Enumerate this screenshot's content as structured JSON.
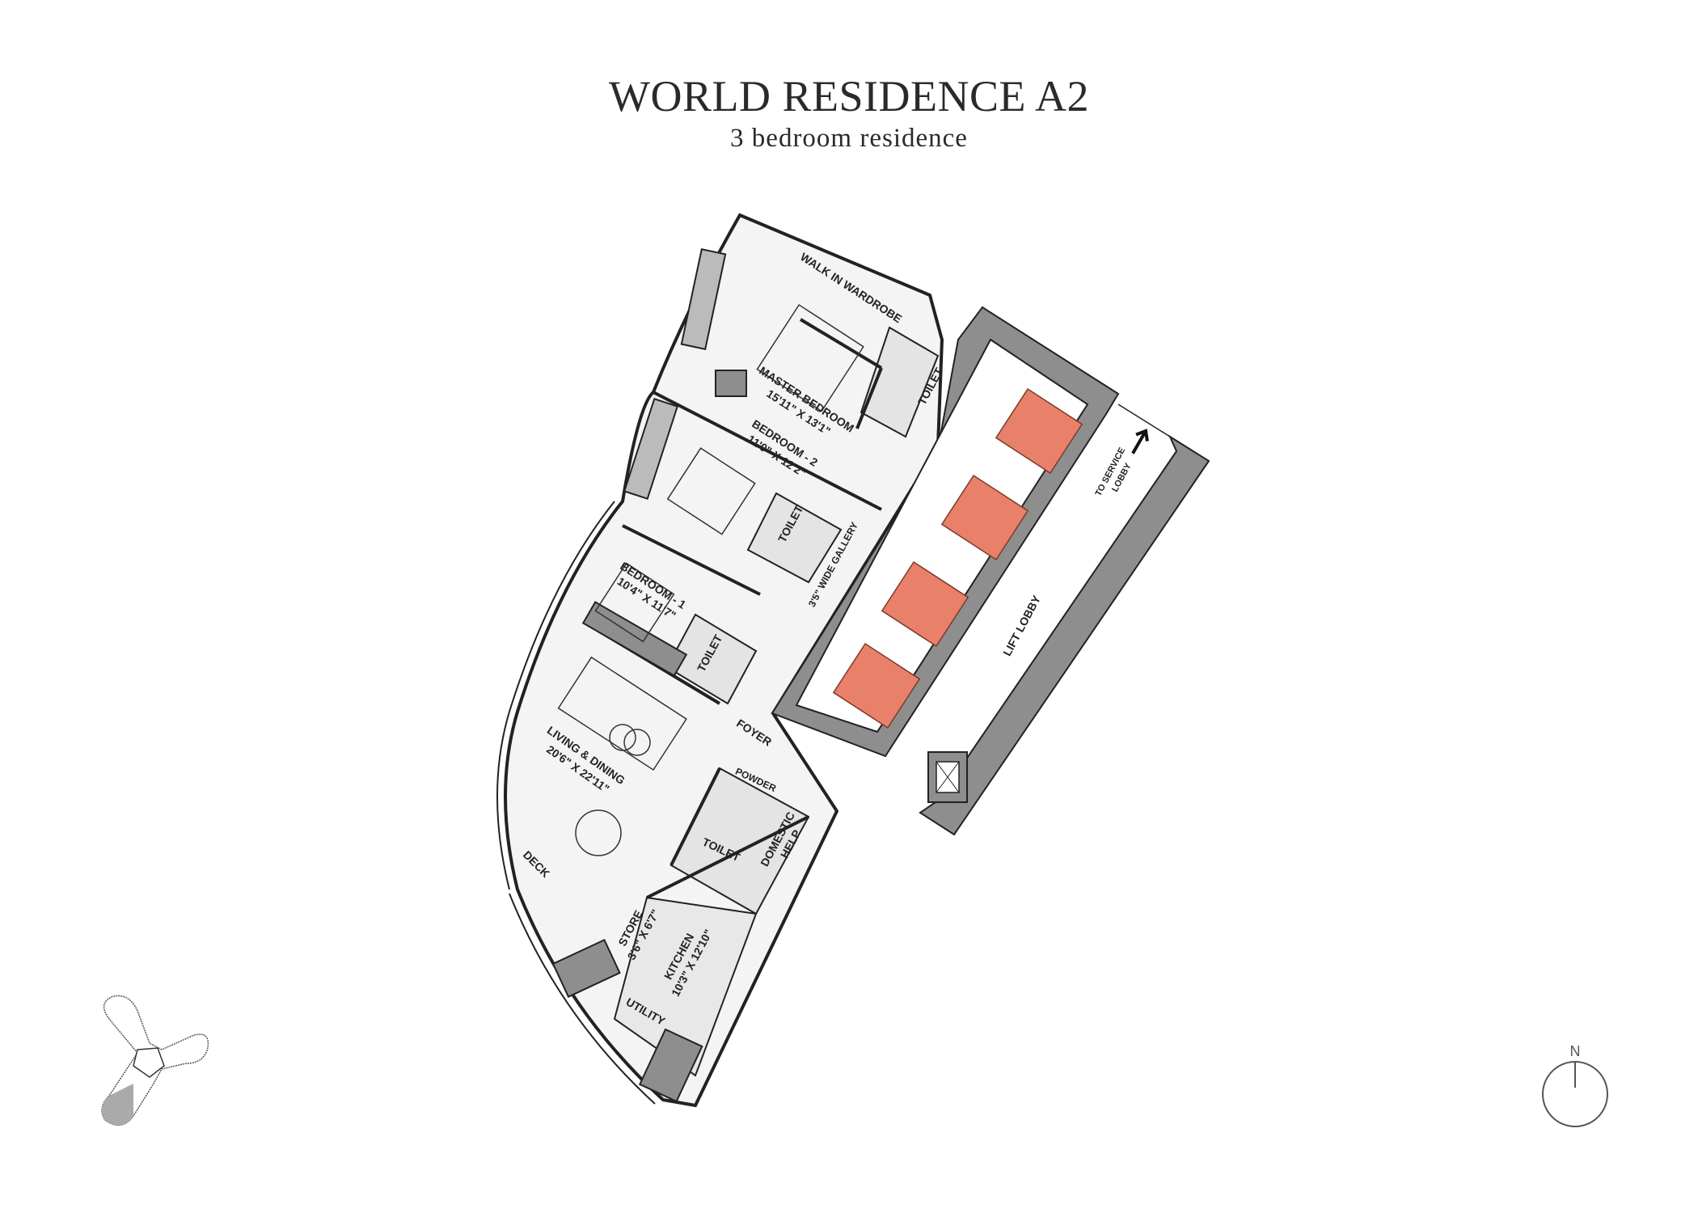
{
  "header": {
    "title": "WORLD RESIDENCE A2",
    "subtitle": "3 bedroom residence"
  },
  "rooms": {
    "walk_in_wardrobe": "WALK IN WARDROBE",
    "master_bedroom": {
      "name": "MASTER BEDROOM",
      "size": "15'11\" X 13'1\""
    },
    "master_toilet": "TOILET",
    "bedroom_2": {
      "name": "BEDROOM - 2",
      "size": "11'0\" X 12'2\""
    },
    "bedroom_2_toilet": "TOILET",
    "bedroom_1": {
      "name": "BEDROOM - 1",
      "size": "10'4\" X 11'7\""
    },
    "bedroom_1_toilet": "TOILET",
    "gallery": "3'5\" WIDE GALLERY",
    "foyer": "FOYER",
    "living_dining": {
      "name": "LIVING & DINING",
      "size": "20'6\" X 22'11\""
    },
    "powder": "POWDER",
    "help_toilet": "TOILET",
    "domestic_help": {
      "line1": "DOMESTIC",
      "line2": "HELP"
    },
    "deck": "DECK",
    "store": {
      "name": "STORE",
      "size": "3'6\" X 6'7\""
    },
    "kitchen": {
      "name": "KITCHEN",
      "size": "10'3\" X 12'10\""
    },
    "utility": "UTILITY",
    "to_service_lobby": {
      "line1": "TO SERVICE",
      "line2": "LOBBY"
    },
    "lift_lobby": "LIFT LOBBY"
  },
  "compass": {
    "label": "N",
    "icon": "north-arrow-icon"
  },
  "colors": {
    "lift": "#E8806A",
    "wall_fill": "#8E8E8E",
    "wet_area": "#E4E4E4"
  }
}
